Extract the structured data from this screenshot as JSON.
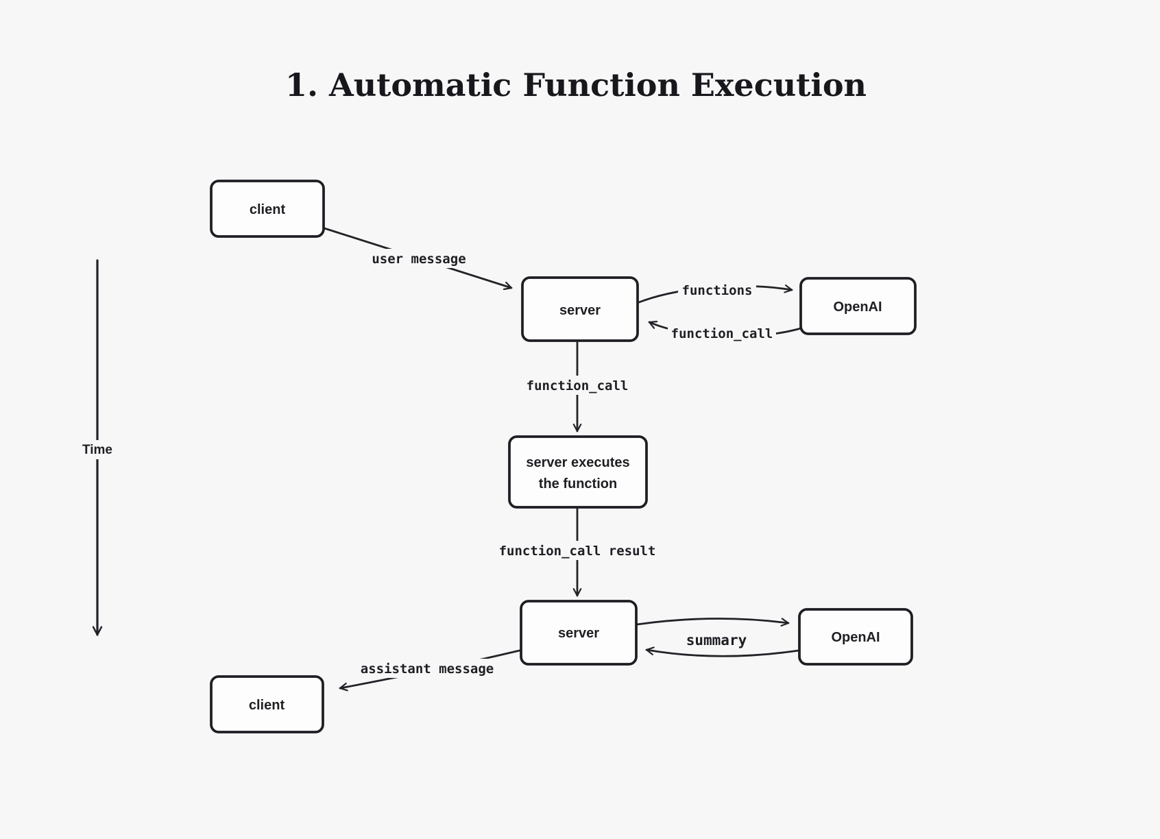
{
  "title": "1. Automatic Function Execution",
  "colors": {
    "background": "#f7f7f8",
    "stroke": "#1e1e23",
    "box_fill": "#fdfdfd"
  },
  "time_axis": {
    "label": "Time"
  },
  "nodes": {
    "client_top": {
      "label": "client"
    },
    "server_top": {
      "label": "server"
    },
    "openai_top": {
      "label": "OpenAI"
    },
    "executor": {
      "label_line1": "server executes",
      "label_line2": "the function"
    },
    "server_bottom": {
      "label": "server"
    },
    "openai_bottom": {
      "label": "OpenAI"
    },
    "client_bottom": {
      "label": "client"
    }
  },
  "edges": {
    "user_message": {
      "label": "user message"
    },
    "functions": {
      "label": "functions"
    },
    "function_call_return": {
      "label": "function_call"
    },
    "function_call_down": {
      "label": "function_call"
    },
    "function_call_result": {
      "label": "function_call result"
    },
    "summary": {
      "label": "summary"
    },
    "assistant_message": {
      "label": "assistant message"
    }
  }
}
